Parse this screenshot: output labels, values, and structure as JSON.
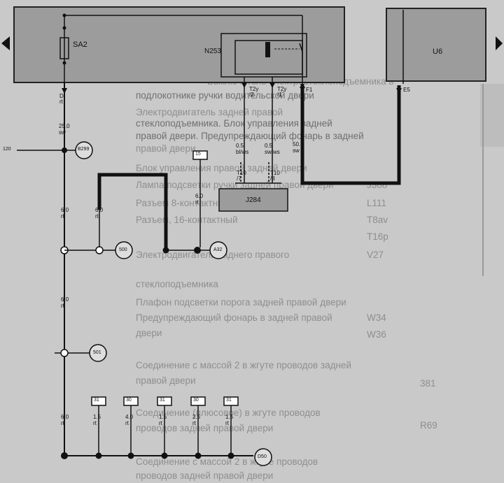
{
  "components": {
    "fuse": "SA2",
    "motor": "N253",
    "control": "U6",
    "connector": "J284"
  },
  "wire_labels": {
    "w_left_top": "D\nrt",
    "w_left_mid": "25.0\nsw",
    "w_f1": "F1",
    "w_f1_spec": "50.0\nsw",
    "w_t2y_a": "T2y\n/2",
    "w_t2y_b": "T2y\n/1",
    "w_spec_a": "0.5\nbl/ws",
    "w_spec_b": "0.5\nsw/ws",
    "w_t10_a": "T10\n/7",
    "w_t10_b": "T10\n/8",
    "w_e5": "E5",
    "w_60a": "6.0\nrt",
    "w_60b": "6.0\nrt",
    "w_60c": "6.0\nrt",
    "w_60d": "6.0\nrt",
    "w_60e": "6.0\nrt",
    "w_box_small": "15"
  },
  "nodes": {
    "B299": "B299",
    "500": "500",
    "A32": "A32",
    "501": "501",
    "D50": "D50",
    "B299_side": "120"
  },
  "bottom_fuses": [
    {
      "label": "31",
      "spec": "1.5\nrt"
    },
    {
      "label": "30",
      "spec": "4.0\nrt"
    },
    {
      "label": "31",
      "spec": "1.5\nrt"
    },
    {
      "label": "30",
      "spec": "2.5\nrt"
    },
    {
      "label": "31",
      "spec": "1.5\nrt"
    }
  ],
  "reverse_text": {
    "lines": [
      "Выключатель электростеклоподъемника в",
      "подлокотнике ручки водительской двери",
      "Электродвигатель задней правой",
      "стеклоподъемника. Блок управления задней",
      "правой двери. Предупреждающий фонарь в задней",
      "правой двери",
      "Блок управления правой задней двери",
      "Лампа подсветки ручки задней правой двери",
      "Разъем 8-контактный",
      "Разъем, 16-контактный",
      "Электродвигатель заднего правого",
      "стеклоподъемника",
      "Плафон подсветки порога задней правой двери",
      "Предупреждающий фонарь в задней правой",
      "двери",
      "Соединение с массой 2 в жгуте проводов задней",
      "правой двери",
      "Соединение (плюсовое) в жгуте проводов",
      "проводов задней правой двери",
      "Соединение с массой 2 в жгуте проводов",
      "проводов задней правой двери"
    ],
    "codes": [
      "J388",
      "L111",
      "T8av",
      "T16p",
      "V27",
      "W34",
      "W36",
      "381",
      "R69"
    ]
  }
}
